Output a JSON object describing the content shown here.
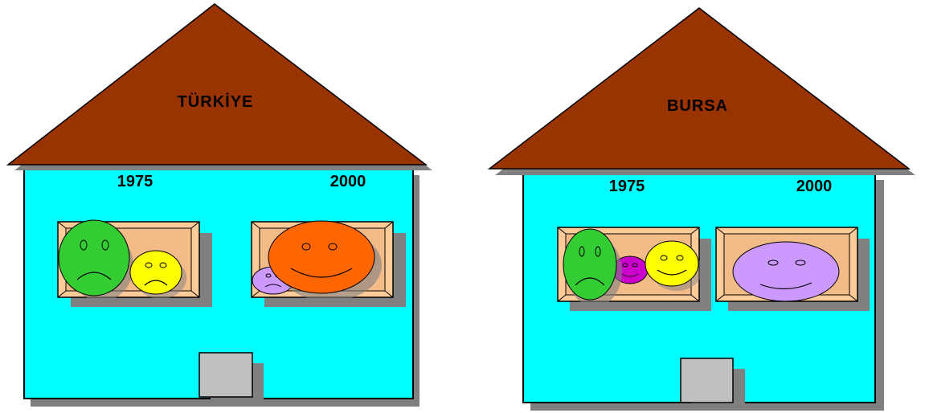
{
  "houses": [
    {
      "title": "TÜRKİYE",
      "colors": {
        "roof": "#993300",
        "wall": "#00ffff",
        "door": "#c0c0c0",
        "window": "#ffcc99"
      },
      "windows": [
        {
          "year": "1975",
          "faces": [
            {
              "mood": "sad",
              "color": "#33cc33",
              "icon": "sad-face-icon"
            },
            {
              "mood": "sad",
              "color": "#ffff00",
              "icon": "sad-face-icon"
            }
          ]
        },
        {
          "year": "2000",
          "faces": [
            {
              "mood": "sad",
              "color": "#cc99ff",
              "icon": "sad-face-icon"
            },
            {
              "mood": "happy",
              "color": "#ff6600",
              "icon": "happy-face-icon"
            }
          ]
        }
      ]
    },
    {
      "title": "BURSA",
      "colors": {
        "roof": "#993300",
        "wall": "#00ffff",
        "door": "#c0c0c0",
        "window": "#ffcc99"
      },
      "windows": [
        {
          "year": "1975",
          "faces": [
            {
              "mood": "sad",
              "color": "#33cc33",
              "icon": "sad-face-icon"
            },
            {
              "mood": "happy",
              "color": "#cc00cc",
              "icon": "happy-face-icon"
            },
            {
              "mood": "happy",
              "color": "#ffff00",
              "icon": "happy-face-icon"
            }
          ]
        },
        {
          "year": "2000",
          "faces": [
            {
              "mood": "happy",
              "color": "#cc99ff",
              "icon": "happy-face-icon"
            }
          ]
        }
      ]
    }
  ]
}
